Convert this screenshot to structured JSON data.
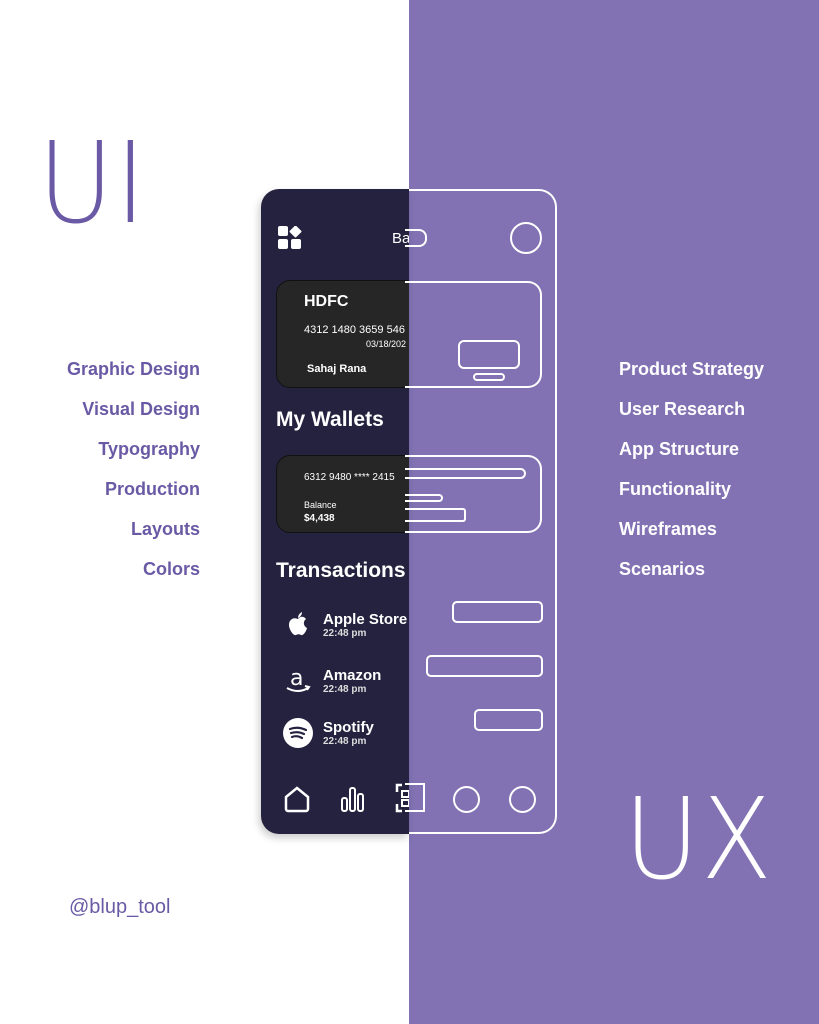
{
  "hero": {
    "ui": "UI",
    "ux": "UX",
    "handle": "@blup_tool"
  },
  "ui_skills": [
    "Graphic Design",
    "Visual Design",
    "Typography",
    "Production",
    "Layouts",
    "Colors"
  ],
  "ux_skills": [
    "Product Strategy",
    "User Research",
    "App Structure",
    "Functionality",
    "Wireframes",
    "Scenarios"
  ],
  "phone": {
    "header_title": "Ba",
    "card": {
      "bank": "HDFC",
      "number": "4312 1480 3659 546",
      "expiry": "03/18/202",
      "holder": "Sahaj Rana"
    },
    "wallets_title": "My Wallets",
    "wallet": {
      "number": "6312 9480 **** 2415",
      "balance_label": "Balance",
      "balance": "$4,438"
    },
    "transactions_title": "Transactions",
    "transactions": [
      {
        "name": "Apple Store",
        "time": "22:48 pm",
        "icon": "apple-icon"
      },
      {
        "name": "Amazon",
        "time": "22:48 pm",
        "icon": "amazon-icon"
      },
      {
        "name": "Spotify",
        "time": "22:48 pm",
        "icon": "spotify-icon"
      }
    ]
  },
  "colors": {
    "purple": "#8272b3",
    "text_purple": "#6a5aa5",
    "phone_dark": "#25223f"
  }
}
